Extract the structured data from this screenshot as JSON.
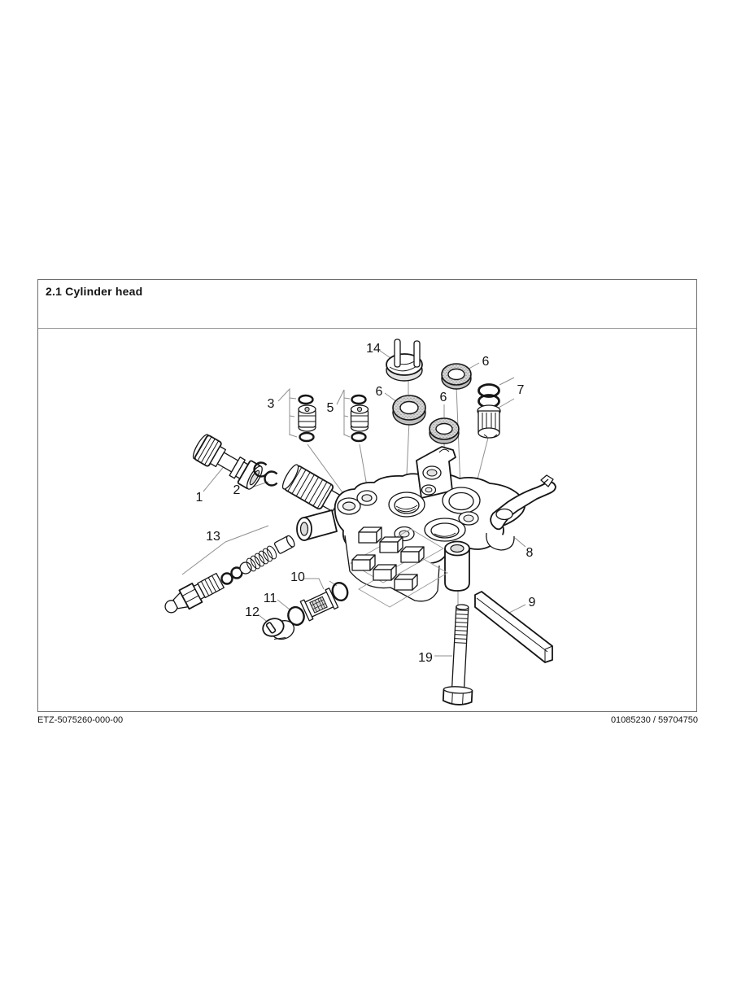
{
  "header": {
    "title": "2.1 Cylinder head"
  },
  "footer": {
    "left": "ETZ-5075260-000-00",
    "right": "01085230 / 59704750"
  },
  "diagram": {
    "kind": "exploded-parts-view",
    "callouts": [
      {
        "label": "1"
      },
      {
        "label": "2"
      },
      {
        "label": "3"
      },
      {
        "label": "5"
      },
      {
        "label": "6"
      },
      {
        "label": "6"
      },
      {
        "label": "6"
      },
      {
        "label": "7"
      },
      {
        "label": "8"
      },
      {
        "label": "9"
      },
      {
        "label": "10"
      },
      {
        "label": "11"
      },
      {
        "label": "12"
      },
      {
        "label": "13"
      },
      {
        "label": "14"
      },
      {
        "label": "19"
      }
    ],
    "colors": {
      "line": "#161616",
      "leader": "#8f8f8f",
      "seal_fill": "#d6d6d6",
      "paper": "#ffffff"
    }
  }
}
